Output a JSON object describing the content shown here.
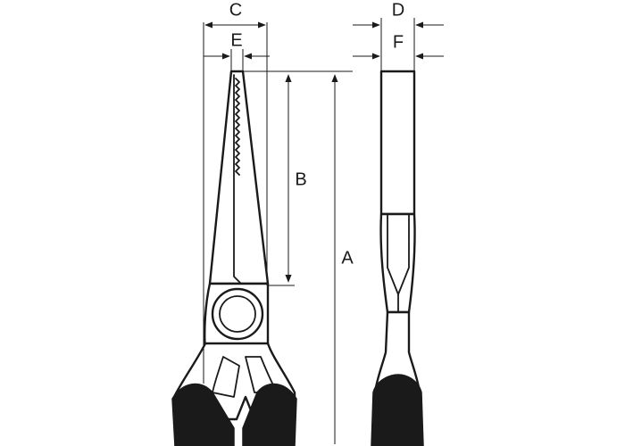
{
  "dimensions": {
    "a": "A",
    "b": "B",
    "c": "C",
    "d": "D",
    "e": "E",
    "f": "F"
  },
  "colors": {
    "outline": "#1a1a1a",
    "grip": "#1a1a1a",
    "background": "#ffffff"
  }
}
